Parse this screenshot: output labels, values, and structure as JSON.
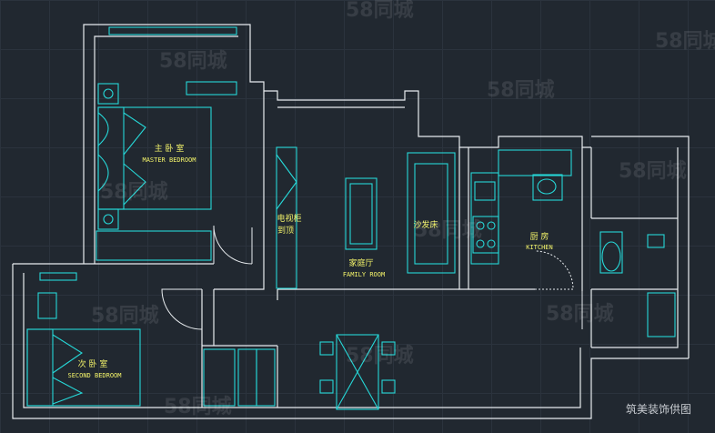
{
  "plan": {
    "rooms": {
      "master_cn": "主 卧 室",
      "master_en": "MASTER BEDROOM",
      "family_cn": "家庭厅",
      "family_en": "FAMILY ROOM",
      "kitchen_cn": "厨 房",
      "kitchen_en": "KITCHEN",
      "second_cn": "次 卧 室",
      "second_en": "SECOND BEDROOM"
    },
    "fixtures": {
      "tv_cabinet_line1": "电视柜",
      "tv_cabinet_line2": "到顶",
      "sofa_bed": "沙发床"
    }
  },
  "watermark": "58同城",
  "credit": "筑美装饰供图",
  "colors": {
    "background": "#212830",
    "wall": "#e8ecef",
    "furniture": "#26d8d8",
    "label": "#f3f36a"
  }
}
